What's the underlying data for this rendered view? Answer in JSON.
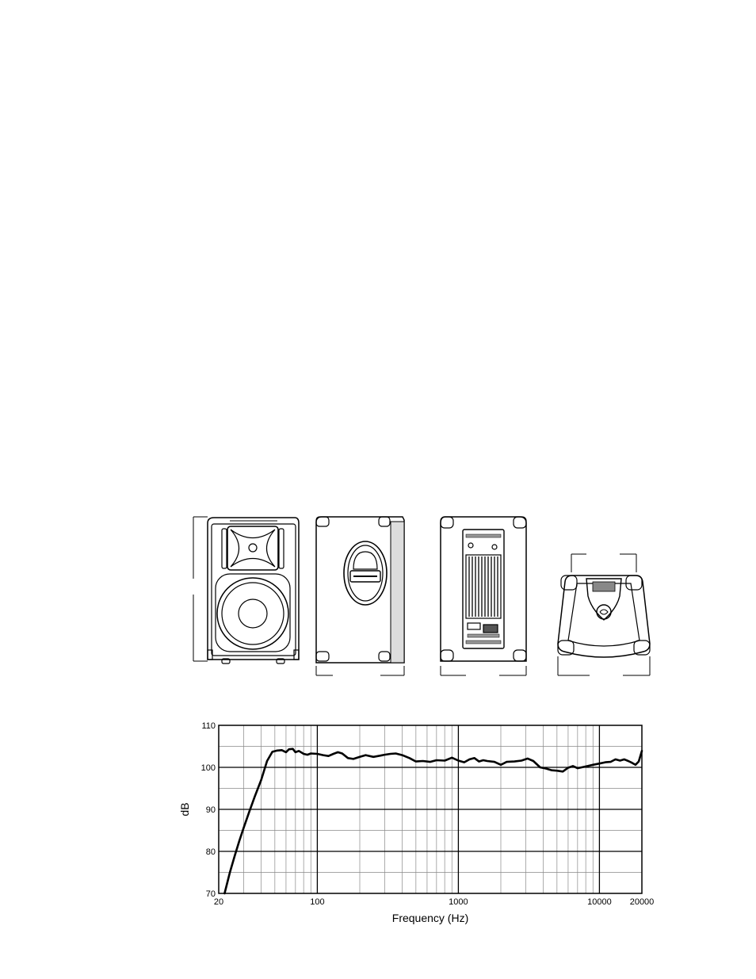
{
  "figures": {
    "speaker_views": [
      "front-view",
      "side-view",
      "rear-view",
      "top-view"
    ]
  },
  "chart_data": {
    "type": "line",
    "title": "",
    "xlabel": "Frequency (Hz)",
    "ylabel": "dB",
    "xscale": "log",
    "xlim": [
      20,
      20000
    ],
    "ylim": [
      70,
      110
    ],
    "x_ticks": [
      20,
      100,
      1000,
      10000,
      20000
    ],
    "x_tick_labels": [
      "20",
      "100",
      "1000",
      "10000",
      "20000"
    ],
    "y_ticks": [
      70,
      80,
      90,
      100,
      110
    ],
    "y_tick_labels": [
      "70",
      "80",
      "90",
      "100",
      "110"
    ],
    "grid": true,
    "legend": "none",
    "series": [
      {
        "x": [
          22,
          24,
          26,
          28,
          30,
          33,
          36,
          40,
          44,
          48,
          52,
          56,
          60,
          63,
          67,
          70,
          74,
          80,
          85,
          90,
          100,
          110,
          120,
          130,
          140,
          150,
          165,
          180,
          200,
          220,
          250,
          280,
          300,
          330,
          360,
          400,
          450,
          500,
          560,
          630,
          700,
          800,
          900,
          1000,
          1100,
          1200,
          1300,
          1400,
          1500,
          1600,
          1800,
          2000,
          2200,
          2500,
          2800,
          3100,
          3400,
          3800,
          4200,
          4600,
          5000,
          5500,
          6000,
          6500,
          7000,
          8000,
          9000,
          10000,
          11000,
          12000,
          13000,
          14000,
          15000,
          16000,
          17000,
          18000,
          19000,
          20000
        ],
        "y": [
          70,
          75,
          79,
          82.5,
          85.5,
          89.5,
          93,
          97,
          101.5,
          103.7,
          104,
          104.1,
          103.6,
          104.3,
          104.4,
          103.6,
          103.9,
          103.2,
          103,
          103.3,
          103.2,
          102.9,
          102.7,
          103.2,
          103.6,
          103.3,
          102.2,
          102,
          102.5,
          102.9,
          102.5,
          102.8,
          103,
          103.2,
          103.3,
          102.9,
          102.2,
          101.4,
          101.5,
          101.3,
          101.7,
          101.6,
          102.3,
          101.6,
          101.2,
          101.9,
          102.2,
          101.4,
          101.7,
          101.5,
          101.3,
          100.6,
          101.3,
          101.4,
          101.6,
          102.1,
          101.5,
          100,
          99.7,
          99.3,
          99.2,
          99,
          99.9,
          100.3,
          99.8,
          100.2,
          100.6,
          100.9,
          101.2,
          101.3,
          101.9,
          101.6,
          101.9,
          101.5,
          101.1,
          100.6,
          101.4,
          103.9
        ]
      }
    ]
  }
}
